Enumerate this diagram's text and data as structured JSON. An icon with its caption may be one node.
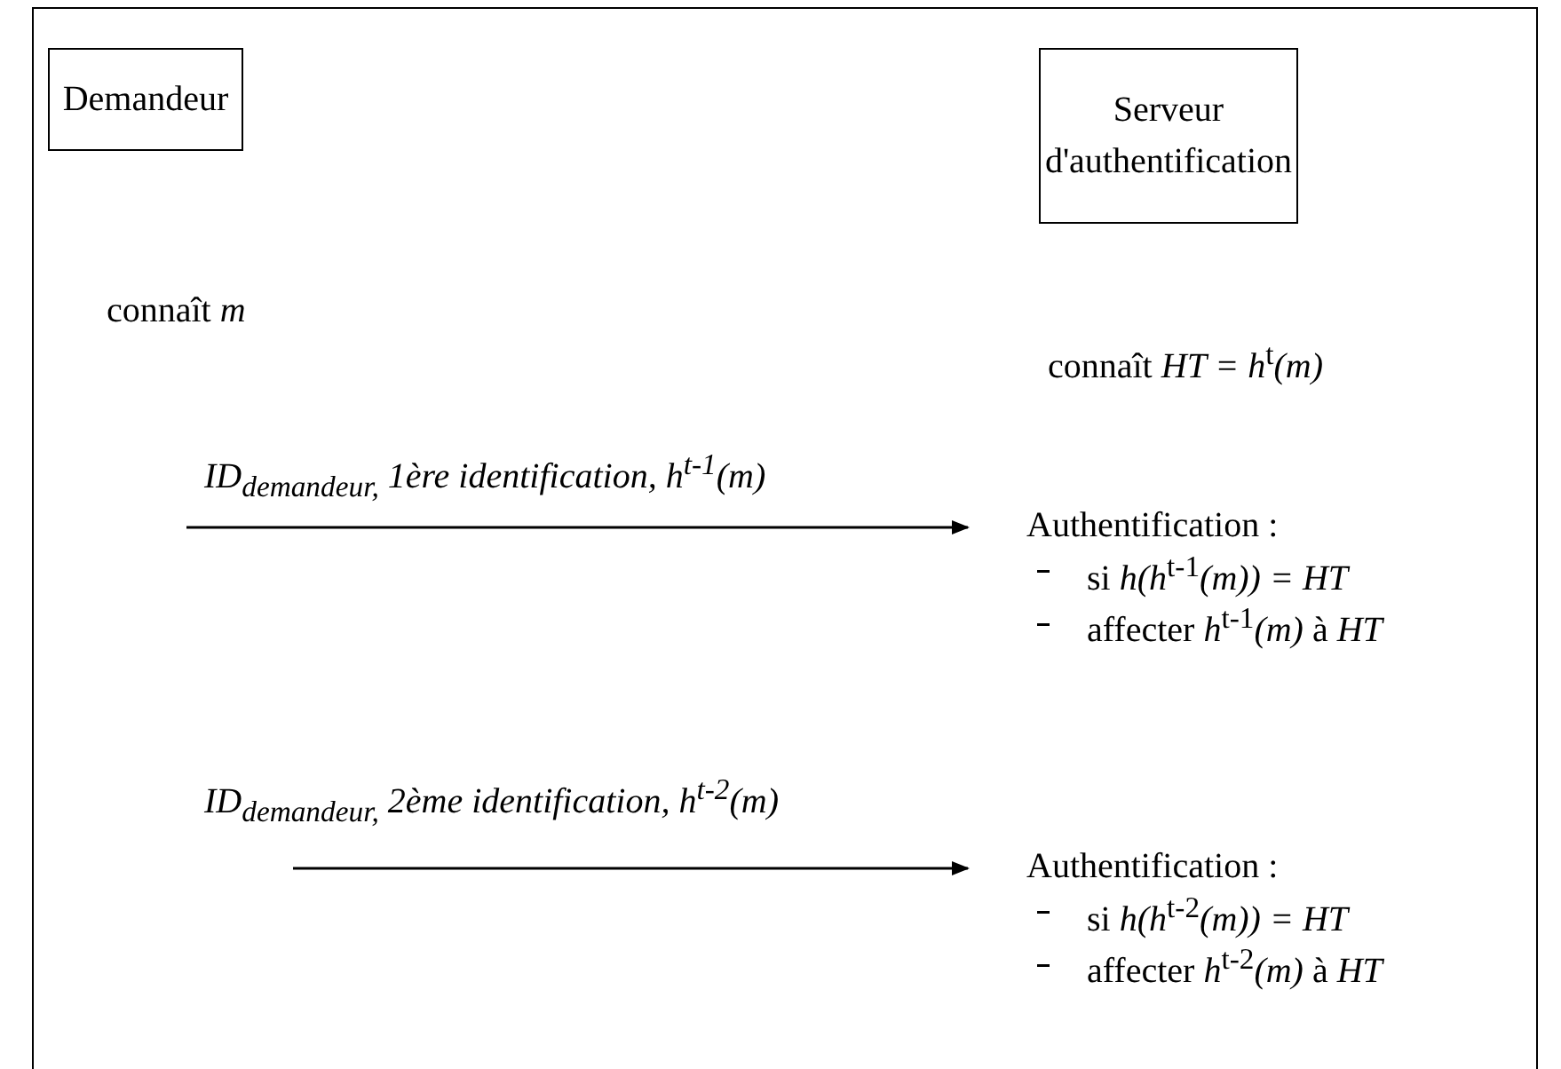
{
  "diagram": {
    "nodes": [
      {
        "text": [
          "Demandeur"
        ]
      },
      {
        "text": [
          "Serveur d'authentification"
        ]
      },
      {
        "text": [
          "Authentification :",
          "si *h(h*$^{t-1}$*(m)) = HT*",
          "affecter *h*$^{t-1}$*(m)* à *HT*"
        ]
      },
      {
        "text": [
          "Authentification :",
          "si *h(h*$^{t-2}$*(m)) = HT*",
          "affecter *h*$^{t-2}$*(m)* à *HT*"
        ]
      }
    ],
    "edges": [
      {
        "from": null,
        "to": 2,
        "arrow": "to",
        "label": "ID$_{demandeur,}$ 1ère identification, h$^{t-1}$(m)"
      },
      {
        "from": null,
        "to": 3,
        "arrow": "to",
        "label": "ID$_{demandeur,}$ 2ème identification, h$^{t-2}$(m)"
      }
    ],
    "labels": [
      "connaît *m*",
      "connaît *HT = h*$^{t}$*(m)*"
    ]
  }
}
